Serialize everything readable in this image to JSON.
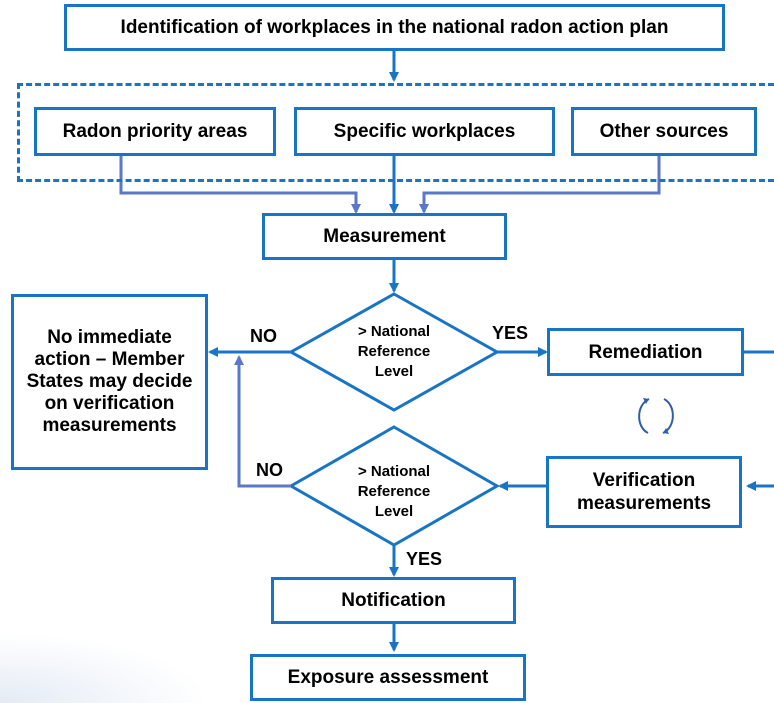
{
  "nodes": {
    "identification": "Identification of workplaces in the national radon action plan",
    "radon_priority_areas": "Radon priority areas",
    "specific_workplaces": "Specific workplaces",
    "other_sources": "Other sources",
    "measurement": "Measurement",
    "decision_1": "> National Reference Level",
    "decision_2": "> National Reference Level",
    "remediation": "Remediation",
    "verification": "Verification measurements",
    "no_action": "No immediate action – Member States may decide on verification measurements",
    "notification": "Notification",
    "exposure_assessment": "Exposure assessment"
  },
  "labels": {
    "no_1": "NO",
    "yes_1": "YES",
    "no_2": "NO",
    "yes_2": "YES"
  },
  "colors": {
    "primary": "#1874c4",
    "secondary_arrow": "#5b77c9"
  }
}
